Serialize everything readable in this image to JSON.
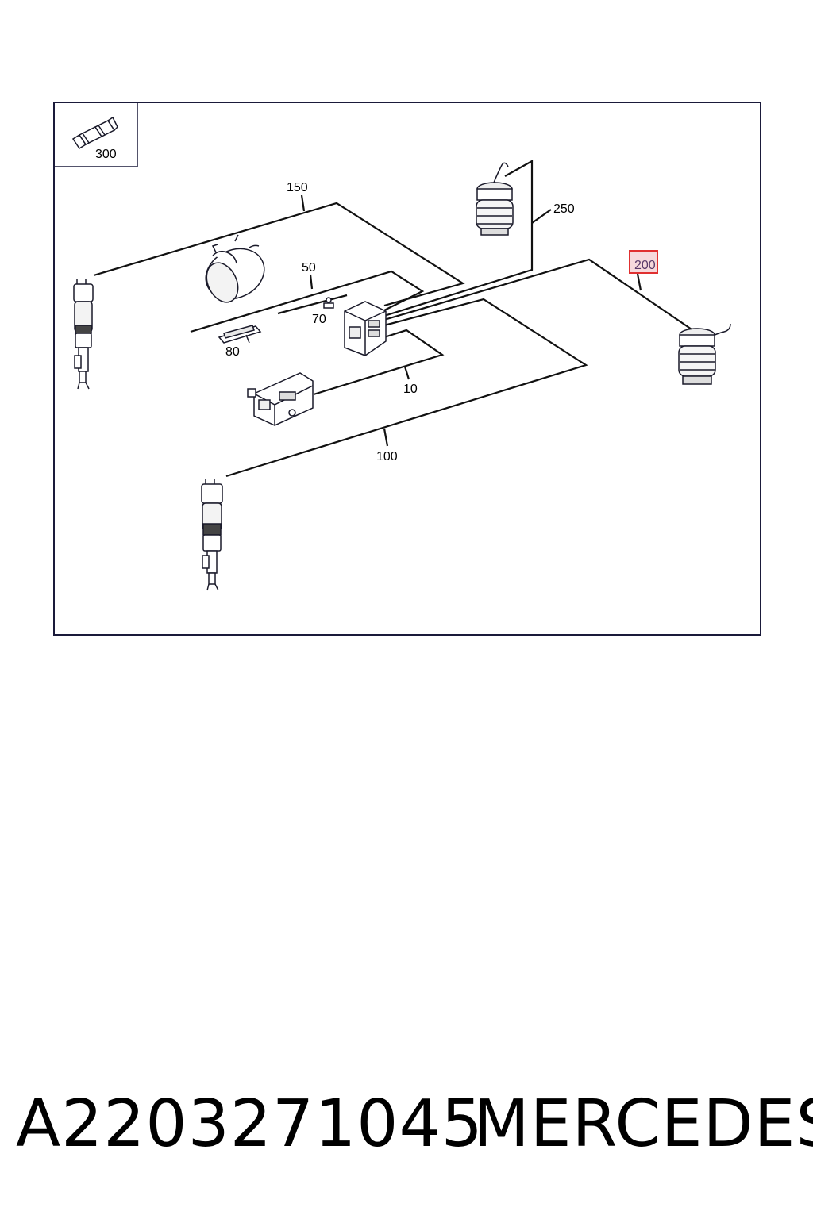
{
  "diagram": {
    "callouts": {
      "c300": "300",
      "c150": "150",
      "c250": "250",
      "c200": "200",
      "c50": "50",
      "c70": "70",
      "c80": "80",
      "c10": "10",
      "c100": "100"
    },
    "highlight_color": "#e03030",
    "highlight_fill": "#f6d9dc"
  },
  "footer": {
    "part_number": "A2203271045",
    "brand": "MERCEDES"
  }
}
